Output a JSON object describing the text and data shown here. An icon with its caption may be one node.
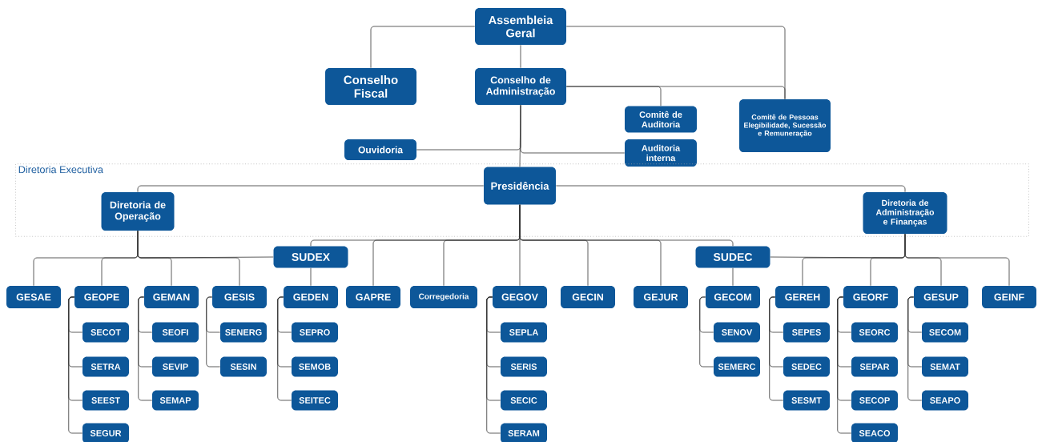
{
  "diagram": {
    "nodes": [
      {
        "text": [
          "Assembleia Geral"
        ]
      },
      {
        "text": [
          "Conselho Fiscal"
        ]
      },
      {
        "text": [
          "Conselho de Administração"
        ]
      },
      {
        "text": [
          "Comitê de Auditoria"
        ]
      },
      {
        "text": [
          "Comitê de Pessoas Elegibilidade, Sucessão e Remuneração"
        ]
      },
      {
        "text": [
          "Ouvidoria"
        ]
      },
      {
        "text": [
          "Auditoria interna"
        ]
      },
      {
        "text": [
          "Diretoria Executiva"
        ]
      },
      {
        "text": [
          "Presidência"
        ],
        "in": 7
      },
      {
        "text": [
          "Diretoria de Operação"
        ],
        "in": 7
      },
      {
        "text": [
          "Diretoria de Administração e Finanças"
        ],
        "in": 7
      },
      {
        "text": [
          "SUDEX"
        ]
      },
      {
        "text": [
          "SUDEC"
        ]
      },
      {
        "text": [
          "GESAE"
        ]
      },
      {
        "text": [
          "GEOPE"
        ]
      },
      {
        "text": [
          "GEMAN"
        ]
      },
      {
        "text": [
          "GESIS"
        ]
      },
      {
        "text": [
          "GEDEN"
        ]
      },
      {
        "text": [
          "GAPRE"
        ]
      },
      {
        "text": [
          "Corregedoria"
        ]
      },
      {
        "text": [
          "GEGOV"
        ]
      },
      {
        "text": [
          "GECIN"
        ]
      },
      {
        "text": [
          "GEJUR"
        ]
      },
      {
        "text": [
          "GECOM"
        ]
      },
      {
        "text": [
          "GEREH"
        ]
      },
      {
        "text": [
          "GEORF"
        ]
      },
      {
        "text": [
          "GESUP"
        ]
      },
      {
        "text": [
          "GEINF"
        ]
      },
      {
        "text": [
          "SECOT"
        ]
      },
      {
        "text": [
          "SETRA"
        ]
      },
      {
        "text": [
          "SEEST"
        ]
      },
      {
        "text": [
          "SEGUR"
        ]
      },
      {
        "text": [
          "SEOFI"
        ]
      },
      {
        "text": [
          "SEVIP"
        ]
      },
      {
        "text": [
          "SEMAP"
        ]
      },
      {
        "text": [
          "SENERG"
        ]
      },
      {
        "text": [
          "SESIN"
        ]
      },
      {
        "text": [
          "SEPRO"
        ]
      },
      {
        "text": [
          "SEMOB"
        ]
      },
      {
        "text": [
          "SEITEC"
        ]
      },
      {
        "text": [
          "SEPLA"
        ]
      },
      {
        "text": [
          "SERIS"
        ]
      },
      {
        "text": [
          "SECIC"
        ]
      },
      {
        "text": [
          "SERAM"
        ]
      },
      {
        "text": [
          "SENOV"
        ]
      },
      {
        "text": [
          "SEMERC"
        ]
      },
      {
        "text": [
          "SEPES"
        ]
      },
      {
        "text": [
          "SEDEC"
        ]
      },
      {
        "text": [
          "SESMT"
        ]
      },
      {
        "text": [
          "SEORC"
        ]
      },
      {
        "text": [
          "SEPAR"
        ]
      },
      {
        "text": [
          "SECOP"
        ]
      },
      {
        "text": [
          "SEACO"
        ]
      },
      {
        "text": [
          "SECOM"
        ]
      },
      {
        "text": [
          "SEMAT"
        ]
      },
      {
        "text": [
          "SEAPO"
        ]
      }
    ],
    "edges": [
      {
        "from": 0,
        "to": 1,
        "arrow": "none"
      },
      {
        "from": 0,
        "to": 2,
        "arrow": "none"
      },
      {
        "from": 0,
        "to": 4,
        "arrow": "none"
      },
      {
        "from": 2,
        "to": 3,
        "arrow": "none"
      },
      {
        "from": 2,
        "to": 4,
        "arrow": "none"
      },
      {
        "from": 2,
        "to": 5,
        "arrow": "none"
      },
      {
        "from": 2,
        "to": 6,
        "arrow": "none"
      },
      {
        "from": 2,
        "to": 8,
        "arrow": "none"
      },
      {
        "from": 8,
        "to": 9,
        "arrow": "none"
      },
      {
        "from": 8,
        "to": 10,
        "arrow": "none"
      },
      {
        "from": 8,
        "to": 11,
        "arrow": "none"
      },
      {
        "from": 8,
        "to": 18,
        "arrow": "none"
      },
      {
        "from": 8,
        "to": 19,
        "arrow": "none"
      },
      {
        "from": 8,
        "to": 20,
        "arrow": "none"
      },
      {
        "from": 8,
        "to": 21,
        "arrow": "none"
      },
      {
        "from": 8,
        "to": 22,
        "arrow": "none"
      },
      {
        "from": 8,
        "to": 12,
        "arrow": "none"
      },
      {
        "from": 9,
        "to": 13,
        "arrow": "none"
      },
      {
        "from": 9,
        "to": 14,
        "arrow": "none"
      },
      {
        "from": 9,
        "to": 15,
        "arrow": "none"
      },
      {
        "from": 9,
        "to": 16,
        "arrow": "none"
      },
      {
        "from": 9,
        "to": 11,
        "arrow": "none"
      },
      {
        "from": 11,
        "to": 17,
        "arrow": "none"
      },
      {
        "from": 12,
        "to": 23,
        "arrow": "none"
      },
      {
        "from": 10,
        "to": 12,
        "arrow": "none"
      },
      {
        "from": 10,
        "to": 24,
        "arrow": "none"
      },
      {
        "from": 10,
        "to": 25,
        "arrow": "none"
      },
      {
        "from": 10,
        "to": 26,
        "arrow": "none"
      },
      {
        "from": 10,
        "to": 27,
        "arrow": "none"
      },
      {
        "from": 14,
        "to": 28,
        "arrow": "none"
      },
      {
        "from": 14,
        "to": 29,
        "arrow": "none"
      },
      {
        "from": 14,
        "to": 30,
        "arrow": "none"
      },
      {
        "from": 14,
        "to": 31,
        "arrow": "none"
      },
      {
        "from": 15,
        "to": 32,
        "arrow": "none"
      },
      {
        "from": 15,
        "to": 33,
        "arrow": "none"
      },
      {
        "from": 15,
        "to": 34,
        "arrow": "none"
      },
      {
        "from": 16,
        "to": 35,
        "arrow": "none"
      },
      {
        "from": 16,
        "to": 36,
        "arrow": "none"
      },
      {
        "from": 17,
        "to": 37,
        "arrow": "none"
      },
      {
        "from": 17,
        "to": 38,
        "arrow": "none"
      },
      {
        "from": 17,
        "to": 39,
        "arrow": "none"
      },
      {
        "from": 20,
        "to": 40,
        "arrow": "none"
      },
      {
        "from": 20,
        "to": 41,
        "arrow": "none"
      },
      {
        "from": 20,
        "to": 42,
        "arrow": "none"
      },
      {
        "from": 20,
        "to": 43,
        "arrow": "none"
      },
      {
        "from": 23,
        "to": 44,
        "arrow": "none"
      },
      {
        "from": 23,
        "to": 45,
        "arrow": "none"
      },
      {
        "from": 24,
        "to": 46,
        "arrow": "none"
      },
      {
        "from": 24,
        "to": 47,
        "arrow": "none"
      },
      {
        "from": 24,
        "to": 48,
        "arrow": "none"
      },
      {
        "from": 25,
        "to": 49,
        "arrow": "none"
      },
      {
        "from": 25,
        "to": 50,
        "arrow": "none"
      },
      {
        "from": 25,
        "to": 51,
        "arrow": "none"
      },
      {
        "from": 25,
        "to": 52,
        "arrow": "none"
      },
      {
        "from": 26,
        "to": 53,
        "arrow": "none"
      },
      {
        "from": 26,
        "to": 54,
        "arrow": "none"
      },
      {
        "from": 26,
        "to": 55,
        "arrow": "none"
      }
    ]
  }
}
